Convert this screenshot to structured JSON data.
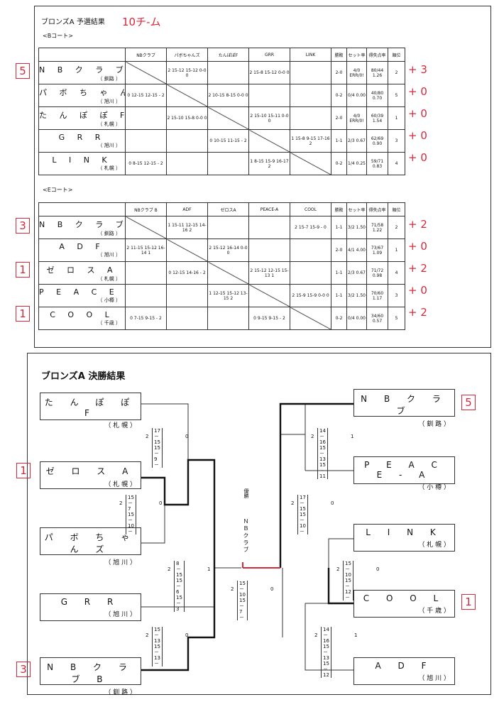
{
  "top": {
    "title": "ブロンズA 予選結果",
    "handwritten_note": "10チ-ム",
    "b_court": {
      "label": "<Bコート>",
      "headers": [
        "NBクラブ",
        "パボちゃんズ",
        "たんぽぽF",
        "GRR",
        "LINK",
        "勝敗",
        "セット率",
        "得失点率",
        "順位"
      ],
      "rows": [
        {
          "name": "N B ク ラ ブ",
          "city": "（ 釧路 ）",
          "cells": [
            "",
            "2 15-12 15-12 0-0 0",
            "",
            "2 15-8 15-12 0-0 0",
            "",
            "2-0",
            "4/0 ERR/0!",
            "80/44 1.26",
            "2"
          ],
          "mark_box": "5",
          "note": "+ 3"
        },
        {
          "name": "パ ボ ち ゃ ん ズ",
          "city": "（ 旭川 ）",
          "cells": [
            "0 12-15 12-15 - 2",
            "",
            "2 10-15 8-15 0-0 0",
            "",
            "",
            "0-2",
            "0/4 0.00",
            "40/80 0.70",
            "5"
          ],
          "mark_box": "",
          "note": "+ 0"
        },
        {
          "name": "た ん ぽ ぽ F",
          "city": "（ 札幌 ）",
          "cells": [
            "",
            "2 15-10 15-8 0-0 0",
            "",
            "2 15-10 15-11 0-0 0",
            "",
            "2-0",
            "4/0 ERR/0!",
            "60/39 1.54",
            "1"
          ],
          "mark_box": "",
          "note": "+ 0"
        },
        {
          "name": "G R R",
          "city": "（ 旭川 ）",
          "cells": [
            "",
            "",
            "0 10-15 11-15 - 2",
            "",
            "1 15-8 9-15 17-16 2",
            "1-1",
            "2/3 0.67",
            "62/69 0.90",
            "3"
          ],
          "mark_box": "",
          "note": "+ 0"
        },
        {
          "name": "L I N K",
          "city": "（ 札幌 ）",
          "cells": [
            "0 8-15 12-15 - 2",
            "",
            "",
            "1 8-15 15-9 16-17 2",
            "",
            "0-2",
            "1/4 0.25",
            "59/71 0.83",
            "4"
          ],
          "mark_box": "",
          "note": "+ 0"
        }
      ]
    },
    "e_court": {
      "label": "<Eコート>",
      "headers": [
        "NBクラブ B",
        "ADF",
        "ゼロスA",
        "PEACE-A",
        "COOL",
        "勝敗",
        "セット率",
        "得失点率",
        "順位"
      ],
      "rows": [
        {
          "name": "N B ク ラ ブ B",
          "city": "（ 釧路 ）",
          "cells": [
            "",
            "1 15-11 12-15 14-16 2",
            "",
            "",
            "2 15-7 15-9 - 0",
            "1-1",
            "3/2 1.50",
            "71/58 1.22",
            "2"
          ],
          "mark_box": "3",
          "note": "+ 2"
        },
        {
          "name": "A D F",
          "city": "（ 旭川 ）",
          "cells": [
            "2 11-15 15-12 16-14 1",
            "",
            "2 15-12 16-14 0-0 0",
            "",
            "",
            "2-0",
            "4/1 4.00",
            "73/67 1.09",
            "1"
          ],
          "mark_box": "",
          "note": "+ 0"
        },
        {
          "name": "ゼ ロ ス A",
          "city": "（ 札幌 ）",
          "cells": [
            "",
            "0 12-15 14-16 - 2",
            "",
            "2 15-12 12-15 15-13 1",
            "",
            "1-1",
            "2/3 0.67",
            "71/72 0.98",
            "4"
          ],
          "mark_box": "1",
          "note": "+ 2"
        },
        {
          "name": "P E A C E - A",
          "city": "（ 小樽 ）",
          "cells": [
            "",
            "",
            "1 12-15 15-12 13-15 2",
            "",
            "2 15-9 15-9 0-0 0",
            "1-1",
            "3/2 1.50",
            "70/60 1.17",
            "3"
          ],
          "mark_box": "",
          "note": "+ 0"
        },
        {
          "name": "C O O L",
          "city": "（ 千歳 ）",
          "cells": [
            "0 7-15 9-15 - 2",
            "",
            "",
            "0 9-15 9-15 - 2",
            "",
            "0-2",
            "0/4 0.00",
            "34/60 0.57",
            "5"
          ],
          "mark_box": "1",
          "note": "+ 2"
        }
      ]
    }
  },
  "bottom": {
    "title": "ブロンズA 決勝結果",
    "left_teams": [
      {
        "name": "た ん ぽ ぽ F",
        "city": "（ 札 幌 ）",
        "mark_box": ""
      },
      {
        "name": "ゼ ロ ス A",
        "city": "（ 札 幌 ）",
        "mark_box": "1"
      },
      {
        "name": "パ ボ ち ゃ ん ズ",
        "city": "（ 旭 川 ）",
        "mark_box": ""
      },
      {
        "name": "G R R",
        "city": "（ 旭 川 ）",
        "mark_box": ""
      },
      {
        "name": "N B ク ラ ブ B",
        "city": "（ 釧 路 ）",
        "mark_box": "3"
      }
    ],
    "right_teams": [
      {
        "name": "N B ク ラ ブ",
        "city": "（ 釧 路 ）",
        "mark_box": "5"
      },
      {
        "name": "P E A C E - A",
        "city": "（ 小 樽 ）",
        "mark_box": ""
      },
      {
        "name": "L I N K",
        "city": "（ 札 幌 ）",
        "mark_box": ""
      },
      {
        "name": "C O O L",
        "city": "（ 千 歳 ）",
        "mark_box": "1"
      },
      {
        "name": "A D F",
        "city": "（ 旭 川 ）",
        "mark_box": ""
      }
    ],
    "scores": {
      "l1": [
        "17－15",
        "15－9",
        "－",
        "2",
        "0"
      ],
      "l2": [
        "15－7",
        "15－10",
        "－",
        "2",
        "0"
      ],
      "l3": [
        "8－15",
        "15－6",
        "15－3",
        "2",
        "1"
      ],
      "l4": [
        "15－13",
        "15－13",
        "－",
        "2",
        "0"
      ],
      "r1": [
        "14－16",
        "15－13",
        "15－11",
        "2",
        "1"
      ],
      "r2": [
        "17－15",
        "15－10",
        "－",
        "2",
        "0"
      ],
      "r3": [
        "15－10",
        "15－12",
        "－",
        "2",
        "0"
      ],
      "r4": [
        "14－16",
        "15－13",
        "15－12",
        "2",
        "1"
      ],
      "final": [
        "15－10",
        "15－7",
        "－",
        "2",
        "0"
      ]
    },
    "champion_label": "優勝",
    "champion_name": "ＮＢクラブ"
  }
}
